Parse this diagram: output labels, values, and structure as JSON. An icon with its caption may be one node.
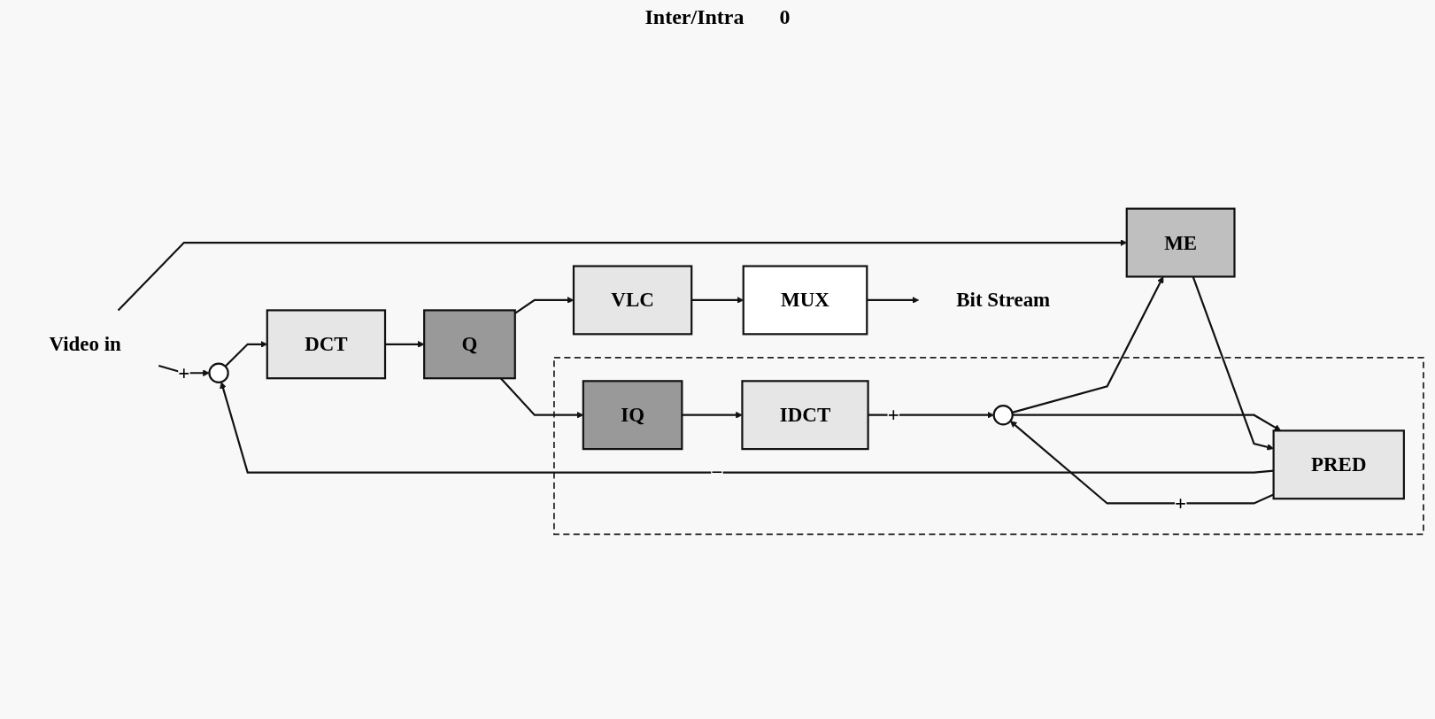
{
  "diagram": {
    "nodes": [
      {
        "text": [
          "Video in"
        ]
      },
      {
        "text": [],
        "shape": "circle"
      },
      {
        "text": [
          "DCT"
        ]
      },
      {
        "text": [
          "Q"
        ]
      },
      {
        "text": [
          "VLC"
        ]
      },
      {
        "text": [
          "MUX"
        ]
      },
      {
        "text": [
          "Bit Stream"
        ]
      },
      {
        "text": [],
        "shape": "box"
      },
      {
        "text": [
          "IQ"
        ],
        "in": 7
      },
      {
        "text": [
          "IDCT"
        ],
        "in": 7
      },
      {
        "text": [],
        "shape": "circle",
        "in": 7
      },
      {
        "text": [
          "PRED"
        ],
        "in": 7
      },
      {
        "text": [
          "ME"
        ]
      }
    ],
    "edges": [
      {
        "from": 0,
        "to": 1,
        "arrow": "to",
        "label": "+"
      },
      {
        "from": 0,
        "to": 12,
        "arrow": "to"
      },
      {
        "from": 1,
        "to": 2,
        "arrow": "to"
      },
      {
        "from": 2,
        "to": 3,
        "arrow": "to"
      },
      {
        "from": 3,
        "to": 4,
        "arrow": "to"
      },
      {
        "from": 3,
        "to": 8,
        "arrow": "to"
      },
      {
        "from": 4,
        "to": 5,
        "arrow": "to"
      },
      {
        "from": 5,
        "to": 6,
        "arrow": "to"
      },
      {
        "from": 8,
        "to": 9,
        "arrow": "to"
      },
      {
        "from": 9,
        "to": 10,
        "arrow": "to",
        "label": "+"
      },
      {
        "from": 11,
        "to": 1,
        "arrow": "to",
        "label": "−"
      },
      {
        "from": 11,
        "to": 10,
        "arrow": "to",
        "label": "+"
      },
      {
        "from": 10,
        "to": 11,
        "arrow": "to"
      },
      {
        "from": 10,
        "to": 12,
        "arrow": "to"
      },
      {
        "from": 12,
        "to": 11,
        "arrow": "to"
      }
    ],
    "labels": [
      "Inter/Intra",
      "0"
    ]
  }
}
